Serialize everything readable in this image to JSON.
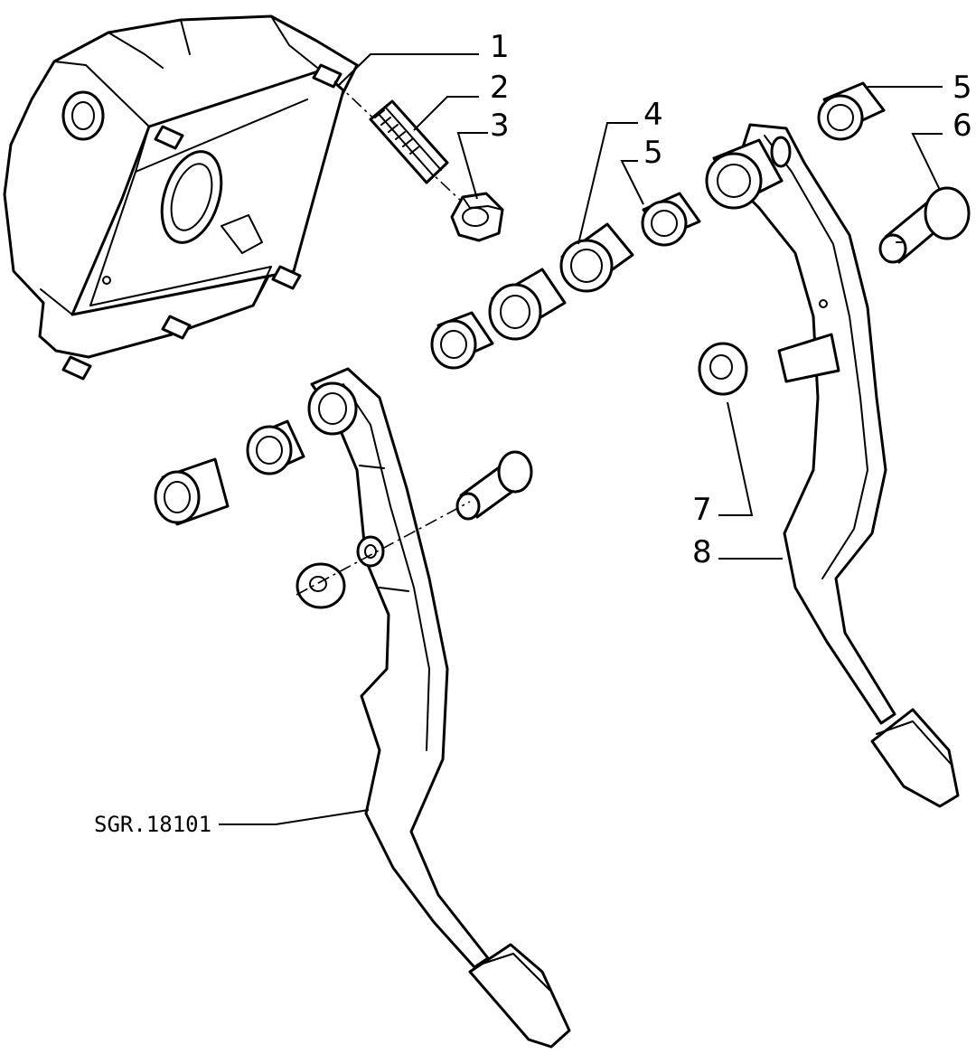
{
  "diagram": {
    "reference_code": "SGR.18101",
    "callouts": [
      {
        "id": "c1",
        "label": "1"
      },
      {
        "id": "c2",
        "label": "2"
      },
      {
        "id": "c3",
        "label": "3"
      },
      {
        "id": "c4",
        "label": "4"
      },
      {
        "id": "c5a",
        "label": "5"
      },
      {
        "id": "c5b",
        "label": "5"
      },
      {
        "id": "c6",
        "label": "6"
      },
      {
        "id": "c7",
        "label": "7"
      },
      {
        "id": "c8",
        "label": "8"
      }
    ]
  }
}
